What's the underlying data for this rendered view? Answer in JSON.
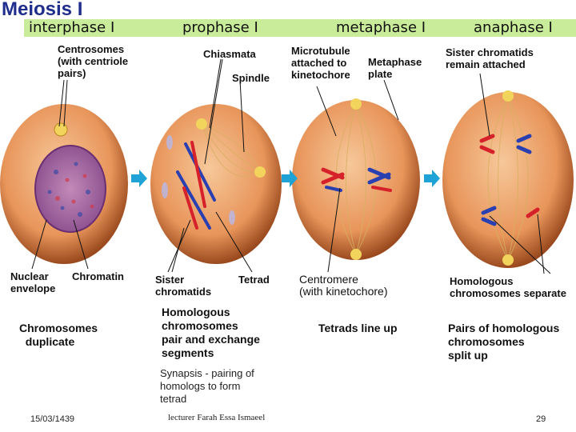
{
  "title": "Meiosis I",
  "phases": [
    "interphase I",
    "prophase I",
    "metaphase I",
    "anaphase I"
  ],
  "labels": {
    "centrosomes": "Centrosomes\n(with centriole\npairs)",
    "chiasmata": "Chiasmata",
    "spindle": "Spindle",
    "microtubule": "Microtubule\nattached to\nkinetochore",
    "metaphase_plate": "Metaphase\nplate",
    "sister_attached": "Sister chromatids\nremain attached",
    "nuclear_envelope": "Nuclear\nenvelope",
    "chromatin": "Chromatin",
    "sister_chromatids": "Sister\nchromatids",
    "tetrad": "Tetrad",
    "centromere": "Centromere\n(with kinetochore)",
    "homologous_separate": "Homologous\nchromosomes separate"
  },
  "captions": {
    "interphase": "Chromosomes\n  duplicate",
    "prophase": "Homologous\nchromosomes\npair and exchange\nsegments",
    "metaphase": "Tetrads line up",
    "anaphase": "Pairs of homologous\nchromosomes\nsplit up"
  },
  "synapsis_note": "Synapsis - pairing of\nhomologs to form\ntetrad",
  "footer": {
    "date": "15/03/1439",
    "lecturer": "lecturer Farah Essa Ismaeel",
    "page": "29"
  },
  "colors": {
    "band": "#c9ec9a",
    "title": "#1f2e8c",
    "cell": "#e89a5c",
    "arrow": "#1fa3d6",
    "chromosome_red": "#d6202a",
    "chromosome_blue": "#2a3fb0"
  }
}
